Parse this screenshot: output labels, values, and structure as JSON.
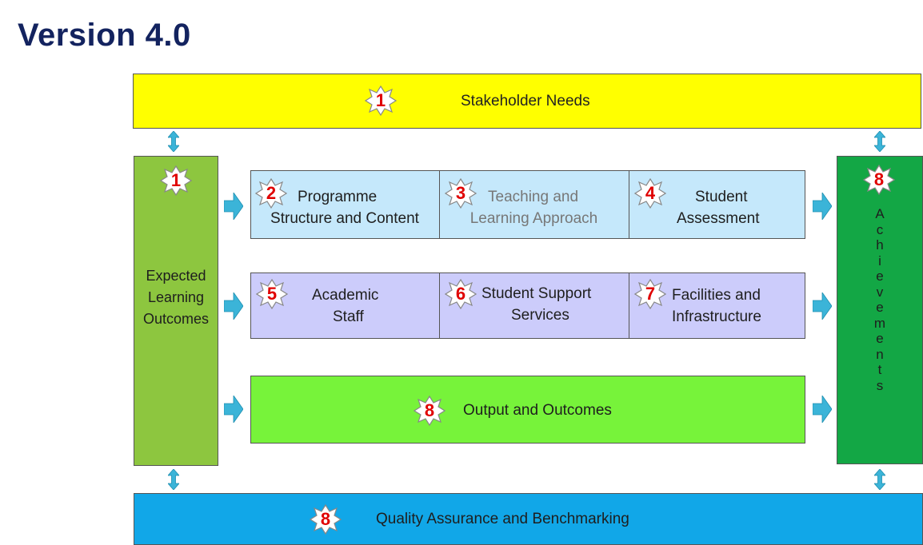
{
  "title": "Version 4.0",
  "stakeholder": {
    "badge": "1",
    "label": "Stakeholder Needs"
  },
  "elo": {
    "badge": "1",
    "label_lines": [
      "Expected",
      "Learning",
      "Outcomes"
    ]
  },
  "criteria_row1": [
    {
      "badge": "2",
      "lines": [
        "Programme",
        "Structure and Content"
      ]
    },
    {
      "badge": "3",
      "lines": [
        "Teaching and",
        "Learning Approach"
      ]
    },
    {
      "badge": "4",
      "lines": [
        "Student",
        "Assessment"
      ]
    }
  ],
  "criteria_row2": [
    {
      "badge": "5",
      "lines": [
        "Academic",
        "Staff"
      ]
    },
    {
      "badge": "6",
      "lines": [
        "Student Support",
        "Services"
      ]
    },
    {
      "badge": "7",
      "lines": [
        "Facilities and",
        "Infrastructure"
      ]
    }
  ],
  "output": {
    "badge": "8",
    "label": "Output and Outcomes"
  },
  "achievements": {
    "badge": "8",
    "letters": [
      "A",
      "c",
      "h",
      "i",
      "e",
      "v",
      "e",
      "m",
      "e",
      "n",
      "t",
      "s"
    ]
  },
  "qa": {
    "badge": "8",
    "label": "Quality Assurance and Benchmarking"
  },
  "colors": {
    "title": "#13235f",
    "stakeholder_fill": "#ffff00",
    "elo_fill": "#8dc63f",
    "row1_fill": "#c5e8fb",
    "row2_fill": "#ccccfb",
    "output_fill": "#77f33a",
    "achievements_fill": "#13a745",
    "qa_fill": "#11a7e8",
    "arrow": "#3bb4d8",
    "badge_number": "#e00000"
  }
}
